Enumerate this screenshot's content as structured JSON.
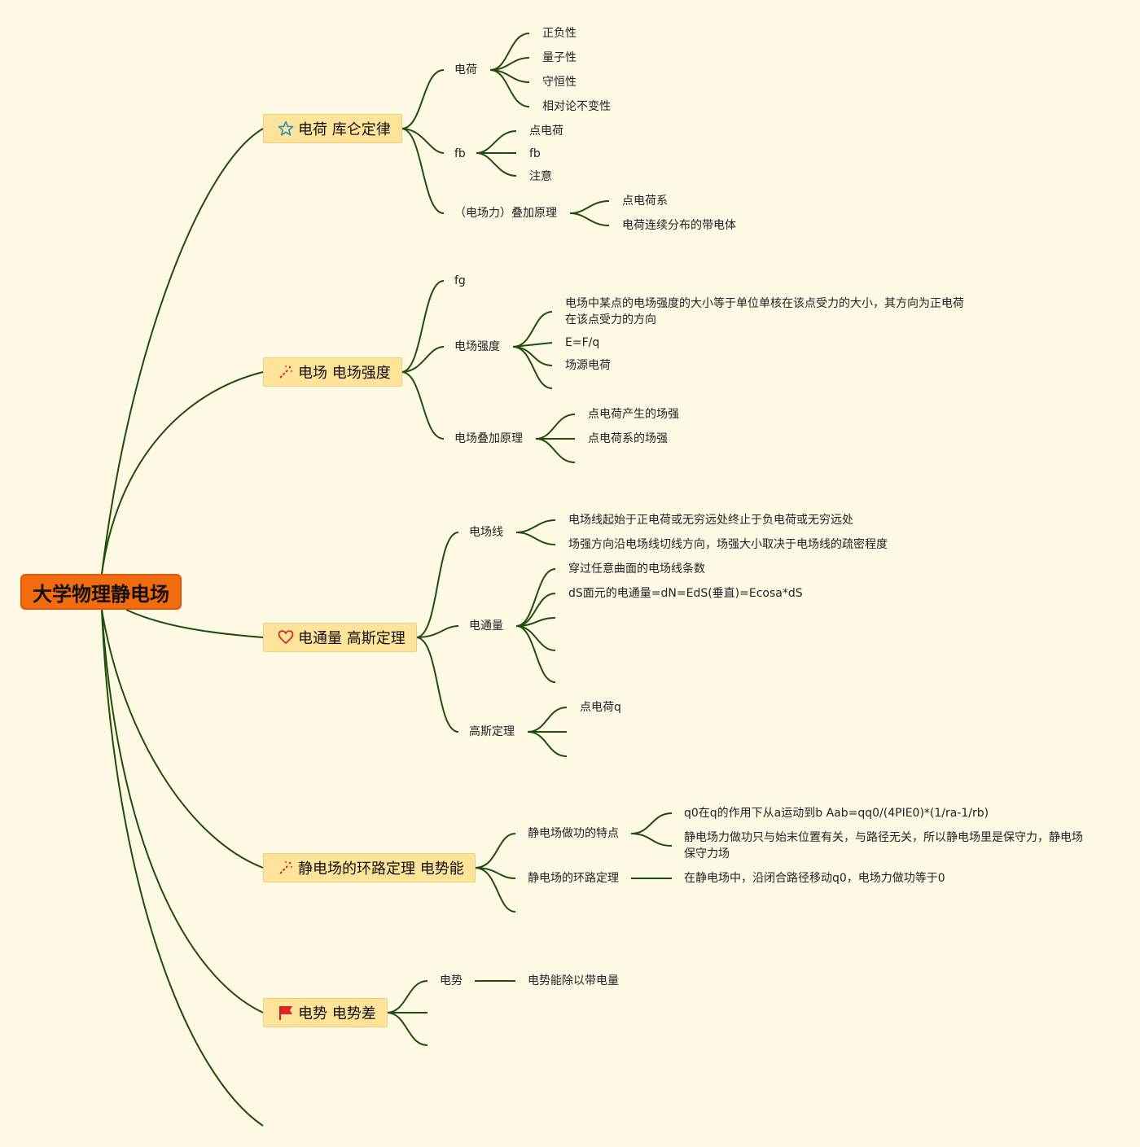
{
  "root": "大学物理静电场",
  "branches": [
    {
      "label": "电荷 库仑定律",
      "icon": "star-icon",
      "children": [
        {
          "label": "电荷",
          "children": [
            "正负性",
            "量子性",
            "守恒性",
            "相对论不变性"
          ]
        },
        {
          "label": "fb",
          "children": [
            "点电荷",
            "fb",
            "注意"
          ]
        },
        {
          "label": "（电场力）叠加原理",
          "children": [
            "点电荷系",
            "电荷连续分布的带电体"
          ]
        }
      ]
    },
    {
      "label": "电场 电场强度",
      "icon": "magic-wand-icon",
      "children": [
        {
          "label": "fg"
        },
        {
          "label": "电场强度",
          "children": [
            "电场中某点的电场强度的大小等于单位单核在该点受力的大小，其方向为正电荷在该点受力的方向",
            "E=F/q",
            "场源电荷"
          ]
        },
        {
          "label": "电场叠加原理",
          "children": [
            "点电荷产生的场强",
            "点电荷系的场强"
          ]
        }
      ]
    },
    {
      "label": "电通量 高斯定理",
      "icon": "heart-icon",
      "children": [
        {
          "label": "电场线",
          "children": [
            "电场线起始于正电荷或无穷远处终止于负电荷或无穷远处",
            "场强方向沿电场线切线方向，场强大小取决于电场线的疏密程度"
          ]
        },
        {
          "label": "电通量",
          "children": [
            "穿过任意曲面的电场线条数",
            "dS面元的电通量=dN=EdS(垂直)=Ecosa*dS"
          ]
        },
        {
          "label": "高斯定理",
          "children": [
            "点电荷q"
          ]
        }
      ]
    },
    {
      "label": "静电场的环路定理 电势能",
      "icon": "magic-wand-icon",
      "children": [
        {
          "label": "静电场做功的特点",
          "children": [
            "q0在q的作用下从a运动到b Aab=qq0/(4PIE0)*(1/ra-1/rb)",
            "静电场力做功只与始末位置有关，与路径无关，所以静电场里是保守力，静电场保守力场"
          ]
        },
        {
          "label": "静电场的环路定理",
          "children": [
            "在静电场中，沿闭合路径移动q0，电场力做功等于0"
          ]
        }
      ]
    },
    {
      "label": "电势 电势差",
      "icon": "flag-icon",
      "children": [
        {
          "label": "电势",
          "children": [
            "电势能除以带电量"
          ]
        }
      ]
    }
  ]
}
